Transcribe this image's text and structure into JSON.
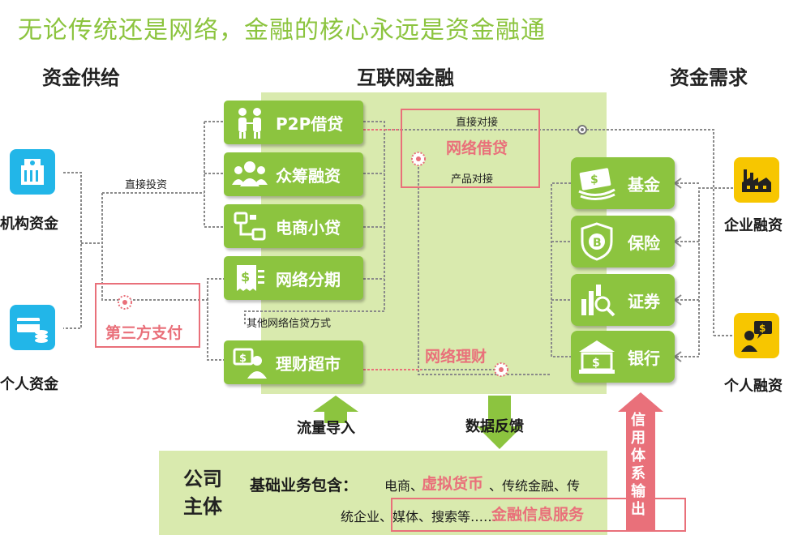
{
  "title": "无论传统还是网络，金融的核心永远是资金融通",
  "headers": {
    "left": "资金供给",
    "center": "互联网金融",
    "right": "资金需求"
  },
  "left_side": {
    "institution": "机构资金",
    "individual": "个人资金",
    "direct_invest": "直接投资",
    "third_party_pay": "第三方支付"
  },
  "center_items": [
    {
      "label": "P2P借贷",
      "icon": "people-exchange-icon"
    },
    {
      "label": "众筹融资",
      "icon": "crowd-icon"
    },
    {
      "label": "电商小贷",
      "icon": "network-nodes-icon"
    },
    {
      "label": "网络分期",
      "icon": "receipt-icon"
    },
    {
      "label": "理财超市",
      "icon": "advisor-icon"
    }
  ],
  "center_notes": {
    "other": "其他网络信贷方式",
    "direct_connect": "直接对接",
    "online_lending": "网络借贷",
    "product_connect": "产品对接",
    "online_wealth": "网络理财"
  },
  "right_items": [
    {
      "label": "基金",
      "icon": "money-icon"
    },
    {
      "label": "保险",
      "icon": "shield-coin-icon"
    },
    {
      "label": "证券",
      "icon": "chart-magnifier-icon"
    },
    {
      "label": "银行",
      "icon": "bank-icon"
    }
  ],
  "demand": {
    "enterprise": "企业融资",
    "personal": "个人融资"
  },
  "arrows": {
    "traffic": "流量导入",
    "feedback": "数据反馈",
    "credit": "信用体系输出"
  },
  "company": {
    "title": "公司主体",
    "lead": "基础业务包含：",
    "line1_a": "电商、",
    "line1_virtual": "虚拟货币",
    "line1_b": "、传统金融、传",
    "line2_a": "统企业、媒体、搜索等……",
    "line2_service": "金融信息服务"
  },
  "colors": {
    "green": "#8cc43f",
    "light_green": "#d9eaae",
    "pink": "#e9707a",
    "cyan": "#22b6e8",
    "yellow": "#f7c600"
  }
}
